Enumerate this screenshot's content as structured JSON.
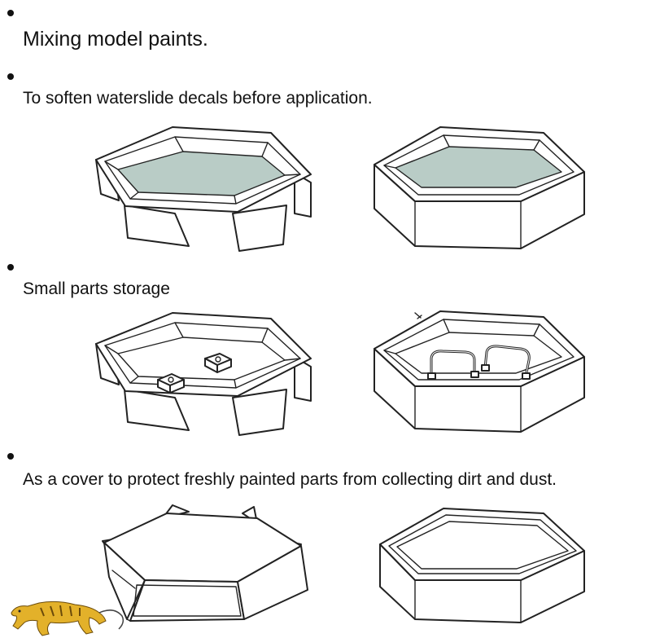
{
  "items": [
    {
      "caption": "Mixing model paints."
    },
    {
      "caption": "To soften waterslide decals before application."
    },
    {
      "caption": "Small parts storage"
    },
    {
      "caption": "As a cover to protect freshly painted parts from collecting dirt and dust."
    }
  ],
  "illustrations": [
    {
      "icon": "hex-tray-with-water-on-stand-icon"
    },
    {
      "icon": "hex-tray-with-water-icon"
    },
    {
      "icon": "hex-tray-with-small-parts-on-stand-icon"
    },
    {
      "icon": "hex-tray-with-sprue-parts-icon"
    },
    {
      "icon": "hex-tray-inverted-cover-icon"
    },
    {
      "icon": "hex-tray-lid-icon"
    }
  ],
  "logo": {
    "icon": "tiger-logo-icon"
  },
  "colors": {
    "water": "#b9ccc6",
    "line": "#222222",
    "logo": "#e3b12a"
  }
}
